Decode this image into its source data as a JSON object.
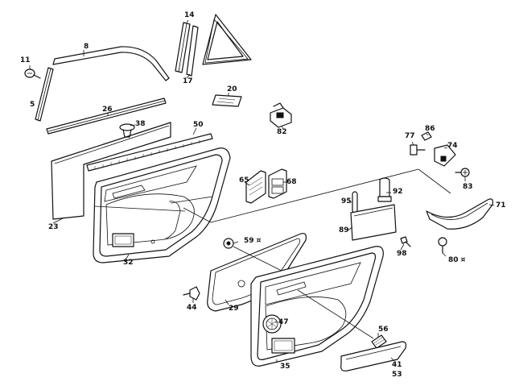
{
  "labels": {
    "p11": "11",
    "p5": "5",
    "p8": "8",
    "p14": "14",
    "p17": "17",
    "p20": "20",
    "p26": "26",
    "p38": "38",
    "p50": "50",
    "p82": "82",
    "p77": "77",
    "p86": "86",
    "p74": "74",
    "p83": "83",
    "p71": "71",
    "p23": "23",
    "p65": "65",
    "p68": "68",
    "p95": "95",
    "p92": "92",
    "p89": "89",
    "p98": "98",
    "p80": "80 ¤",
    "p32": "32",
    "p59": "59 ¤",
    "p44": "44",
    "p29": "29",
    "p47": "47",
    "p56": "56",
    "p35": "35",
    "p41": "41",
    "p53": "53"
  }
}
